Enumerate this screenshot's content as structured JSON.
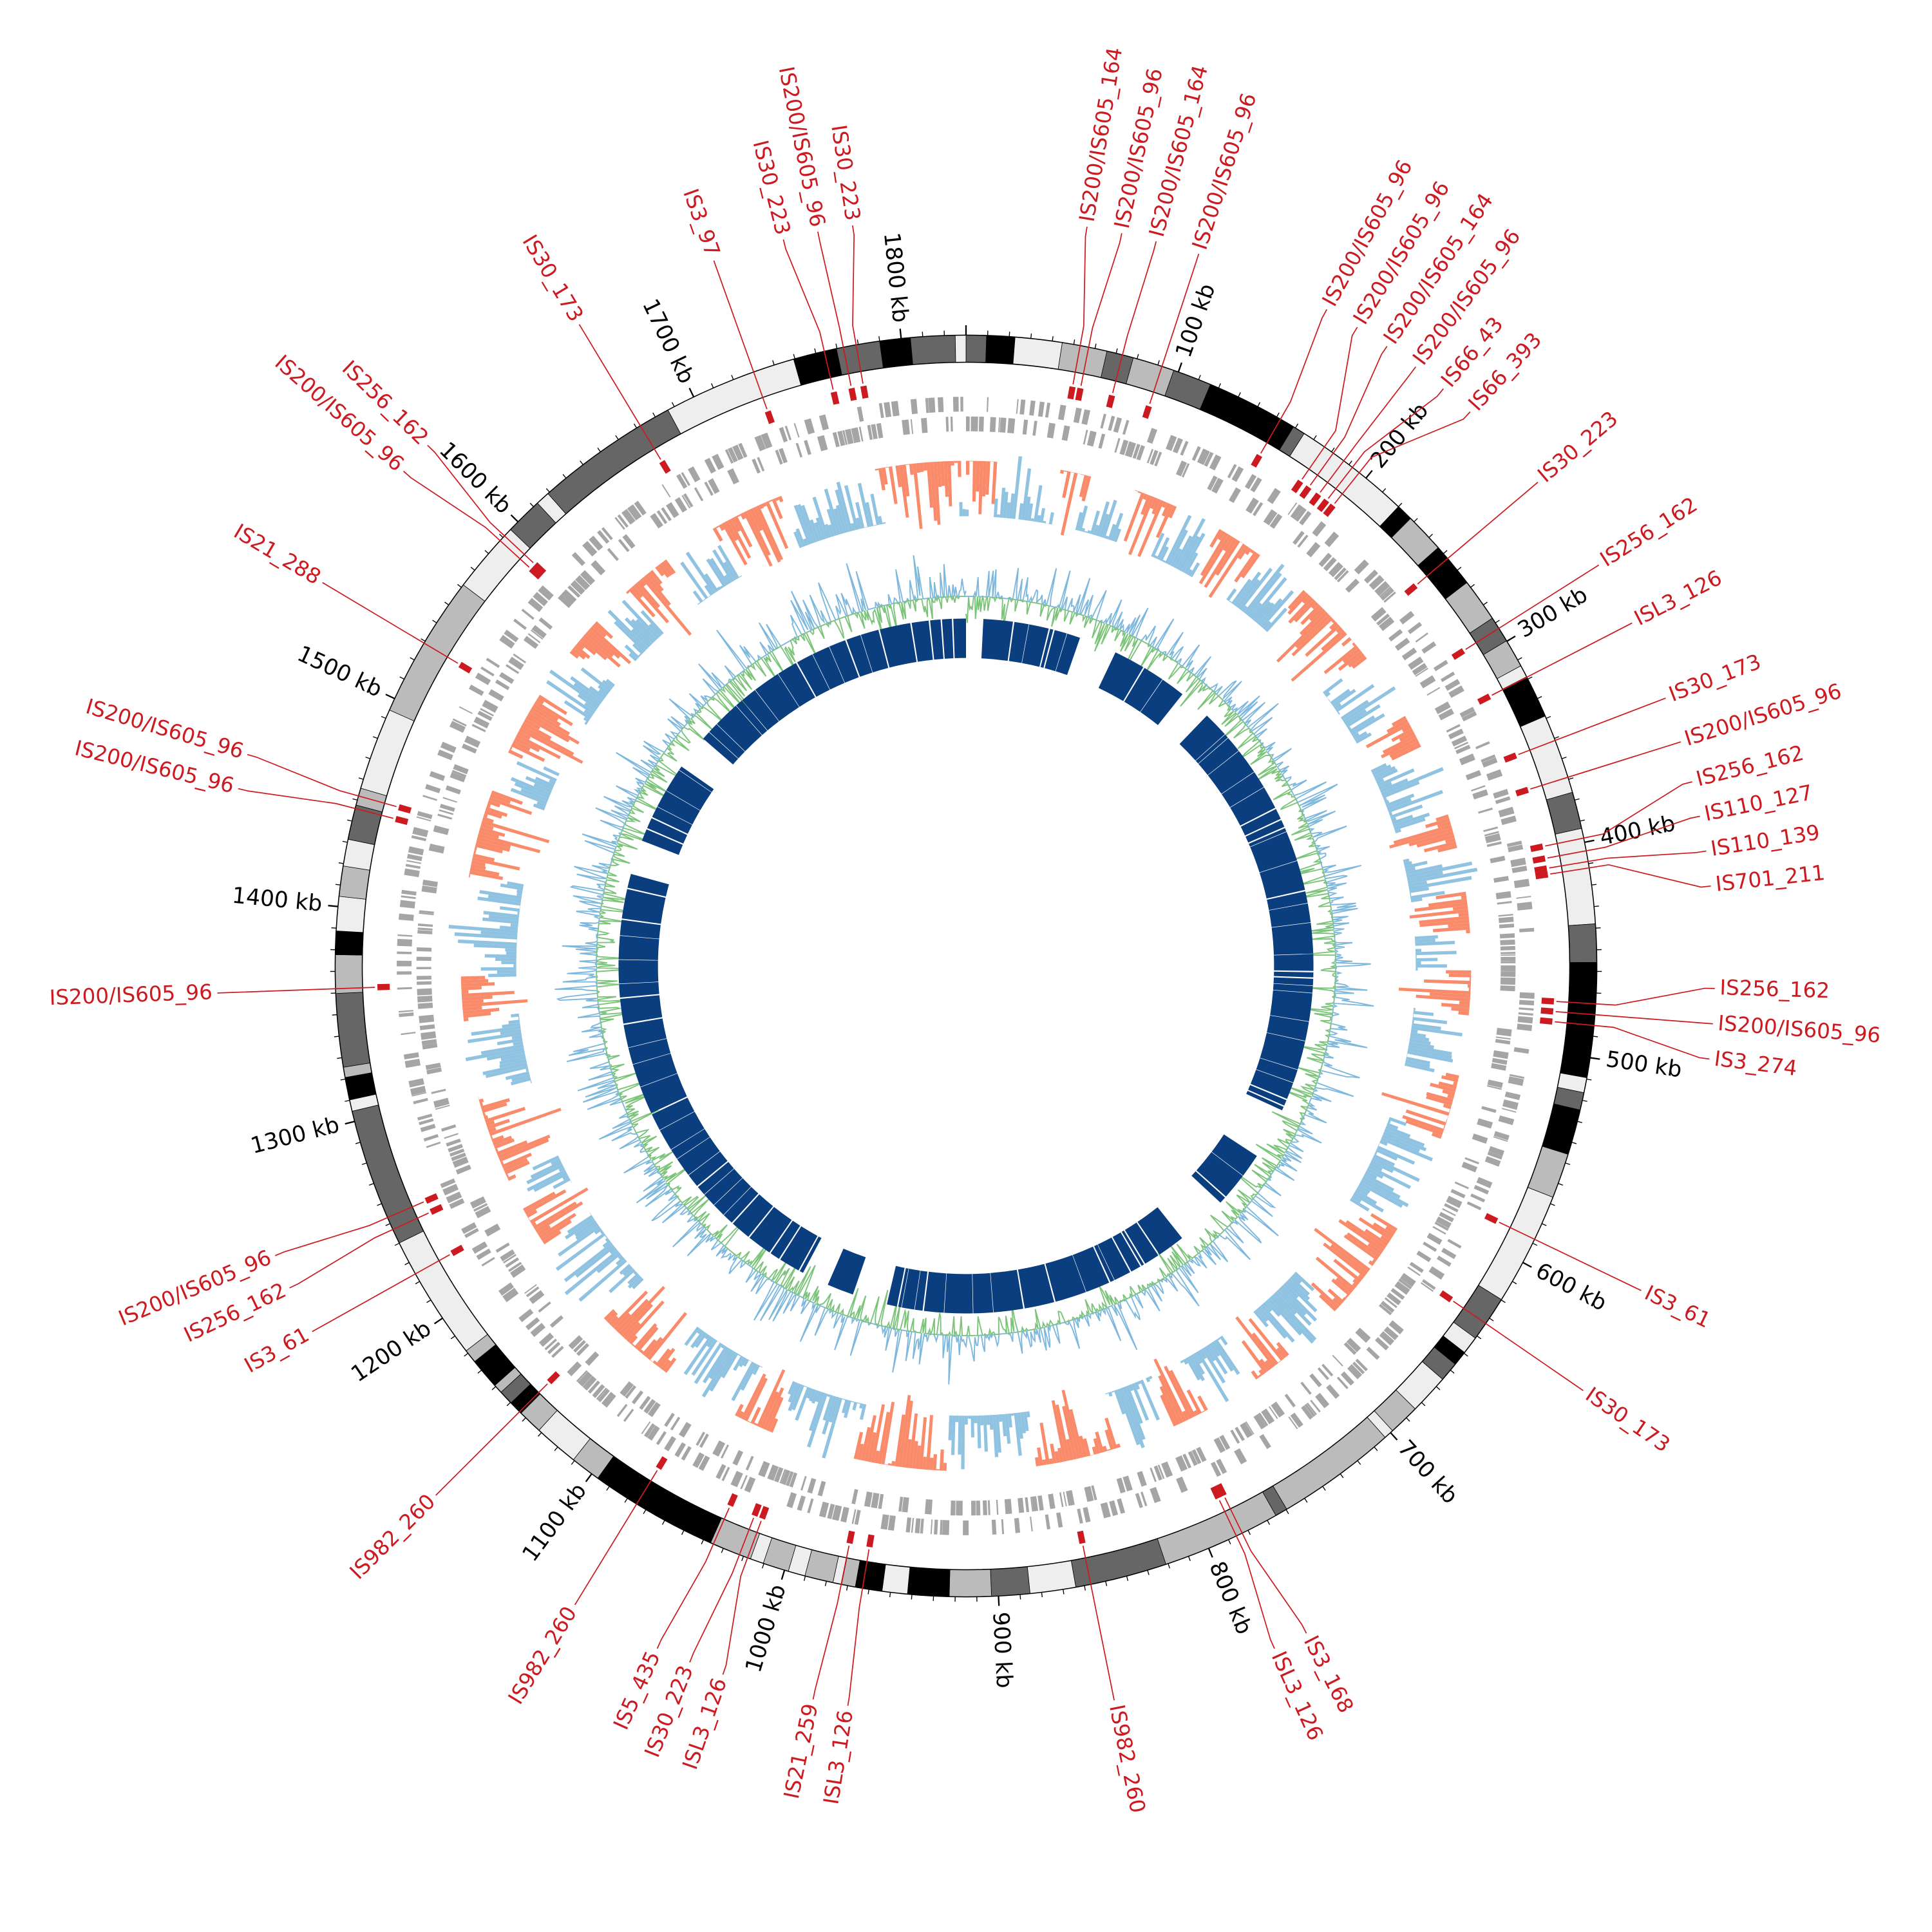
{
  "chart_data": {
    "type": "circos",
    "genome_length_kb": 1830,
    "tick_unit": "kb",
    "tick_labels": [
      {
        "kb": 100,
        "label": "100 kb"
      },
      {
        "kb": 200,
        "label": "200 kb"
      },
      {
        "kb": 300,
        "label": "300 kb"
      },
      {
        "kb": 400,
        "label": "400 kb"
      },
      {
        "kb": 500,
        "label": "500 kb"
      },
      {
        "kb": 600,
        "label": "600 kb"
      },
      {
        "kb": 700,
        "label": "700 kb"
      },
      {
        "kb": 800,
        "label": "800 kb"
      },
      {
        "kb": 900,
        "label": "900 kb"
      },
      {
        "kb": 1000,
        "label": "1000 kb"
      },
      {
        "kb": 1100,
        "label": "1100 kb"
      },
      {
        "kb": 1200,
        "label": "1200 kb"
      },
      {
        "kb": 1300,
        "label": "1300 kb"
      },
      {
        "kb": 1400,
        "label": "1400 kb"
      },
      {
        "kb": 1500,
        "label": "1500 kb"
      },
      {
        "kb": 1600,
        "label": "1600 kb"
      },
      {
        "kb": 1700,
        "label": "1700 kb"
      },
      {
        "kb": 1800,
        "label": "1800 kb"
      }
    ],
    "is_elements": [
      {
        "kb": 53,
        "label": "IS200/IS605_164"
      },
      {
        "kb": 57,
        "label": "IS200/IS605_96"
      },
      {
        "kb": 73,
        "label": "IS200/IS605_164"
      },
      {
        "kb": 92,
        "label": "IS200/IS605_96"
      },
      {
        "kb": 152,
        "label": "IS200/IS605_96"
      },
      {
        "kb": 176,
        "label": "IS200/IS605_96"
      },
      {
        "kb": 181,
        "label": "IS200/IS605_164"
      },
      {
        "kb": 187,
        "label": "IS200/IS605_96"
      },
      {
        "kb": 192,
        "label": "IS66_43"
      },
      {
        "kb": 196,
        "label": "IS66_393"
      },
      {
        "kb": 253,
        "label": "IS30_223"
      },
      {
        "kb": 293,
        "label": "IS256_162"
      },
      {
        "kb": 319,
        "label": "ISL3_126"
      },
      {
        "kb": 351,
        "label": "IS30_173"
      },
      {
        "kb": 369,
        "label": "IS200/IS605_96"
      },
      {
        "kb": 398,
        "label": "IS256_162"
      },
      {
        "kb": 404,
        "label": "IS110_127"
      },
      {
        "kb": 409,
        "label": "IS110_139"
      },
      {
        "kb": 412,
        "label": "IS701_211"
      },
      {
        "kb": 475,
        "label": "IS256_162"
      },
      {
        "kb": 480,
        "label": "IS200/IS605_96"
      },
      {
        "kb": 485,
        "label": "IS3_274"
      },
      {
        "kb": 588,
        "label": "IS3_61"
      },
      {
        "kb": 633,
        "label": "IS30_173"
      },
      {
        "kb": 783,
        "label": "IS3_168"
      },
      {
        "kb": 786,
        "label": "ISL3_126"
      },
      {
        "kb": 857,
        "label": "IS982_260"
      },
      {
        "kb": 963,
        "label": "ISL3_126"
      },
      {
        "kb": 973,
        "label": "IS21_259"
      },
      {
        "kb": 1018,
        "label": "ISL3_126"
      },
      {
        "kb": 1022,
        "label": "IS30_223"
      },
      {
        "kb": 1035,
        "label": "IS5_435"
      },
      {
        "kb": 1075,
        "label": "IS982_260"
      },
      {
        "kb": 1144,
        "label": "IS982_260"
      },
      {
        "kb": 1224,
        "label": "IS3_61"
      },
      {
        "kb": 1247,
        "label": "IS256_162"
      },
      {
        "kb": 1253,
        "label": "IS200/IS605_96"
      },
      {
        "kb": 1362,
        "label": "IS200/IS605_96"
      },
      {
        "kb": 1446,
        "label": "IS200/IS605_96"
      },
      {
        "kb": 1452,
        "label": "IS200/IS605_96"
      },
      {
        "kb": 1529,
        "label": "IS21_288"
      },
      {
        "kb": 1588,
        "label": "IS200/IS605_96"
      },
      {
        "kb": 1591,
        "label": "IS256_162"
      },
      {
        "kb": 1672,
        "label": "IS30_173"
      },
      {
        "kb": 1730,
        "label": "IS3_97"
      },
      {
        "kb": 1764,
        "label": "IS30_223"
      },
      {
        "kb": 1773,
        "label": "IS200/IS605_96"
      },
      {
        "kb": 1779,
        "label": "IS30_223"
      }
    ],
    "colors": {
      "is_label": "#cc1a20",
      "band_palette": [
        "#000000",
        "#666666",
        "#bbbbbb",
        "#eeeeee"
      ],
      "genes": "#a5a5a5",
      "hist_positive": "#f98b6b",
      "hist_negative": "#8fc3e1",
      "line_up": "#7fb8dd",
      "line_down": "#7cc47a",
      "blocks": "#0a3e7e"
    }
  }
}
